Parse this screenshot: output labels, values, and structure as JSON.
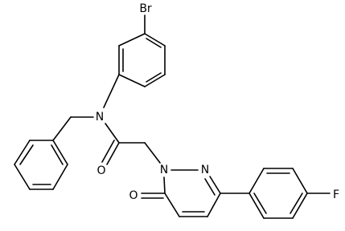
{
  "molecule": {
    "atoms": {
      "br": "Br",
      "n_amide": "N",
      "o_amide": "O",
      "n1": "N",
      "n2": "N",
      "o_ring": "O",
      "f": "F"
    }
  }
}
